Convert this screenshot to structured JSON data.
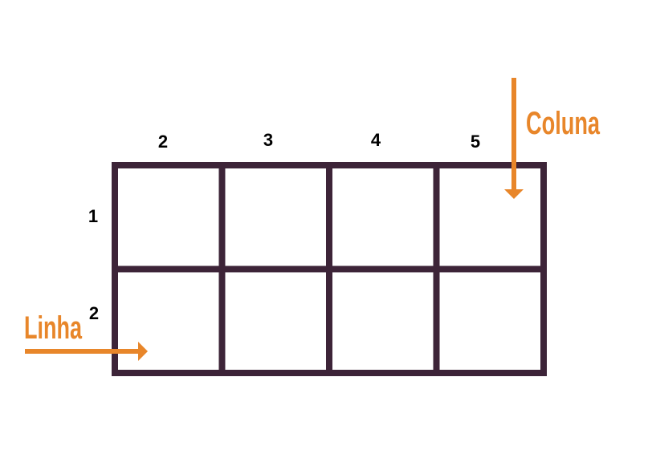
{
  "grid": {
    "rows": 2,
    "columns": 4,
    "column_numbers": [
      "2",
      "3",
      "4",
      "5"
    ],
    "row_numbers": [
      "1",
      "2"
    ],
    "line_color": "#3d2438"
  },
  "callouts": {
    "column_label": "Coluna",
    "row_label": "Linha",
    "accent_color": "#e8862a"
  }
}
